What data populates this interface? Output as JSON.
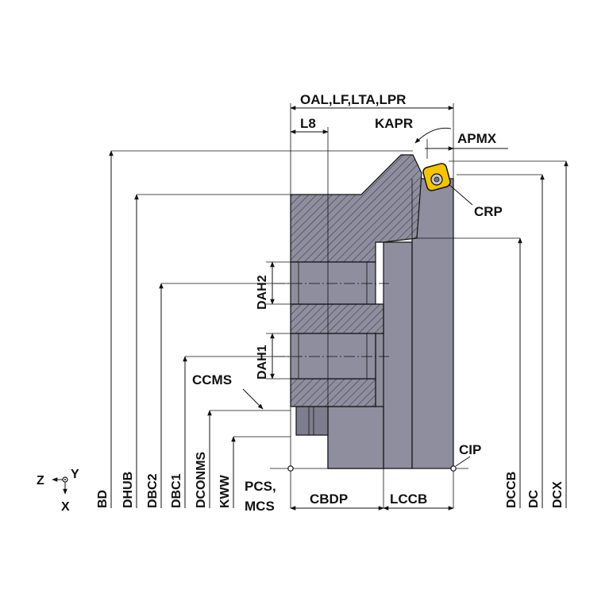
{
  "labels": {
    "oal": "OAL,LF,LTA,LPR",
    "l8": "L8",
    "kapr": "KAPR",
    "apmx": "APMX",
    "crp": "CRP",
    "dah2": "DAH2",
    "dah1": "DAH1",
    "ccms": "CCMS",
    "cip": "CIP",
    "pcs": "PCS,",
    "mcs": "MCS",
    "cbdp": "CBDP",
    "lccb": "LCCB",
    "bd": "BD",
    "dhub": "DHUB",
    "dbc2": "DBC2",
    "dbc1": "DBC1",
    "dconms": "DCONMS",
    "kww": "KWW",
    "dccb": "DCCB",
    "dc": "DC",
    "dcx": "DCX",
    "axis_z": "Z",
    "axis_y": "Y",
    "axis_x": "X"
  },
  "colors": {
    "body": "#8e8e9e",
    "body_dark": "#6f6f80",
    "hatch": "#3a3a48",
    "insert": "#f5c400",
    "line": "#111111"
  }
}
